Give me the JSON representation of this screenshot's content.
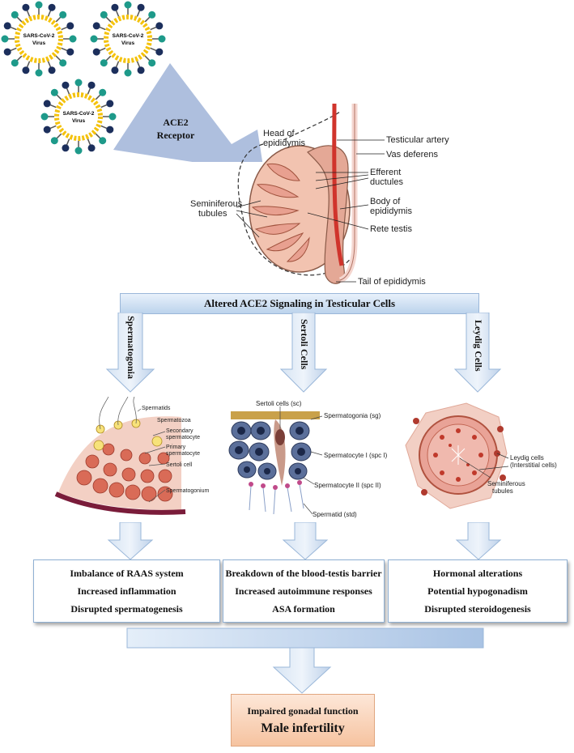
{
  "virus": {
    "label_line1": "SARS-CoV-2",
    "label_line2": "Virus"
  },
  "receptor": {
    "line1": "ACE2",
    "line2": "Receptor"
  },
  "testis": {
    "head_of_epididymis_1": "Head of",
    "head_of_epididymis_2": "epididymis",
    "testicular_artery": "Testicular artery",
    "vas_deferens": "Vas deferens",
    "efferent_1": "Efferent",
    "efferent_2": "ductules",
    "body_1": "Body of",
    "body_2": "epididymis",
    "rete_testis": "Rete testis",
    "tail": "Tail of epididymis",
    "seminiferous_1": "Seminiferous",
    "seminiferous_2": "tubules"
  },
  "banner": "Altered ACE2 Signaling in Testicular Cells",
  "branches": [
    "Spermatogonia",
    "Sertoli Cells",
    "Leydig Cells"
  ],
  "panel1": {
    "spermatids": "Spermatids",
    "spermatozoa": "Spermatozoa",
    "secondary_1": "Secondary",
    "secondary_2": "spermatocyte",
    "primary_1": "Primary",
    "primary_2": "spermatocyte",
    "sertoli": "Sertoli cell",
    "spermatogonium": "Spermatogonium"
  },
  "panel2": {
    "sertoli": "Sertoli cells (sc)",
    "spermatogonia": "Spermatogonia (sg)",
    "spc1": "Spermatocyte I (spc I)",
    "spc2": "Spermatocyte II (spc II)",
    "std": "Spermatid (std)"
  },
  "panel3": {
    "leydig_1": "Leydig cells",
    "leydig_2": "(Interstitial cells)",
    "sem_1": "Seminiferous",
    "sem_2": "tubules"
  },
  "effects": [
    [
      "Imbalance of RAAS system",
      "Increased inflammation",
      "Disrupted spermatogenesis"
    ],
    [
      "Breakdown of the blood-testis barrier",
      "Increased autoimmune responses",
      "ASA formation"
    ],
    [
      "Hormonal alterations",
      "Potential hypogonadism",
      "Disrupted steroidogenesis"
    ]
  ],
  "outcome": {
    "line1": "Impaired gonadal function",
    "line2": "Male infertility"
  },
  "colors": {
    "arrow": "#aabcdc",
    "virus_ring": "#f4c20d",
    "spike_teal": "#1e9a8a",
    "spike_navy": "#1c2f5c"
  }
}
